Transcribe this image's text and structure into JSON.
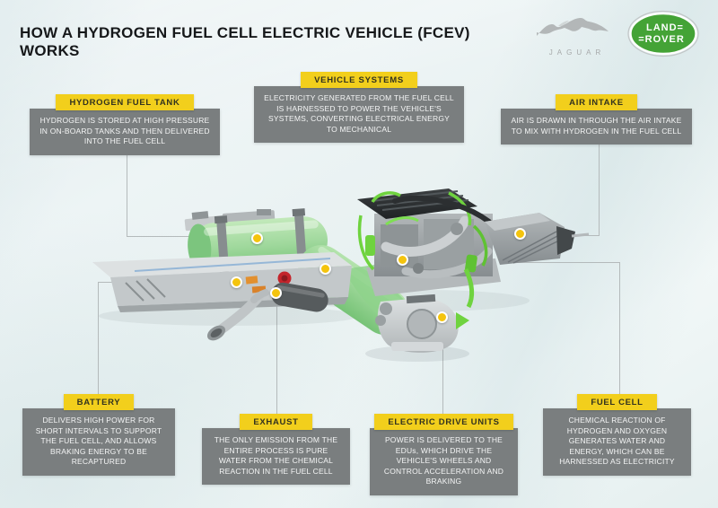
{
  "page": {
    "title": "HOW A HYDROGEN FUEL CELL ELECTRIC VEHICLE (FCEV) WORKS"
  },
  "logos": {
    "jaguar_wordmark": "JAGUAR",
    "land_rover_line1": "LAND=",
    "land_rover_line2": "=ROVER"
  },
  "callouts": [
    {
      "id": "hydrogen-fuel-tank",
      "title": "HYDROGEN FUEL TANK",
      "body": "HYDROGEN IS STORED AT HIGH PRESSURE IN ON-BOARD TANKS AND THEN DELIVERED INTO THE FUEL CELL"
    },
    {
      "id": "vehicle-systems",
      "title": "VEHICLE SYSTEMS",
      "body": "ELECTRICITY GENERATED FROM THE FUEL CELL IS HARNESSED TO POWER THE VEHICLE'S SYSTEMS, CONVERTING ELECTRICAL ENERGY TO MECHANICAL"
    },
    {
      "id": "air-intake",
      "title": "AIR INTAKE",
      "body": "AIR IS DRAWN IN THROUGH THE AIR INTAKE TO MIX WITH HYDROGEN IN THE FUEL CELL"
    },
    {
      "id": "battery",
      "title": "BATTERY",
      "body": "DELIVERS HIGH POWER FOR SHORT INTERVALS TO SUPPORT THE FUEL CELL, AND ALLOWS BRAKING ENERGY TO BE RECAPTURED"
    },
    {
      "id": "exhaust",
      "title": "EXHAUST",
      "body": "THE ONLY EMISSION FROM THE ENTIRE PROCESS IS PURE WATER FROM THE CHEMICAL REACTION IN THE FUEL CELL"
    },
    {
      "id": "electric-drive-units",
      "title": "ELECTRIC DRIVE UNITS",
      "body": "POWER IS DELIVERED TO THE EDUs, WHICH DRIVE THE VEHICLE'S WHEELS AND CONTROL ACCELERATION AND BRAKING"
    },
    {
      "id": "fuel-cell",
      "title": "FUEL CELL",
      "body": "CHEMICAL REACTION OF HYDROGEN AND OXYGEN GENERATES WATER AND ENERGY, WHICH CAN BE HARNESSED AS ELECTRICITY"
    }
  ],
  "colors": {
    "accent_yellow": "#f2cf1c",
    "callout_gray": "#7a7e7f",
    "connector_gray": "#b4babb",
    "marker_yellow": "#f4c40e",
    "land_rover_green": "#44a336",
    "tank_green": "#9fd89c"
  }
}
